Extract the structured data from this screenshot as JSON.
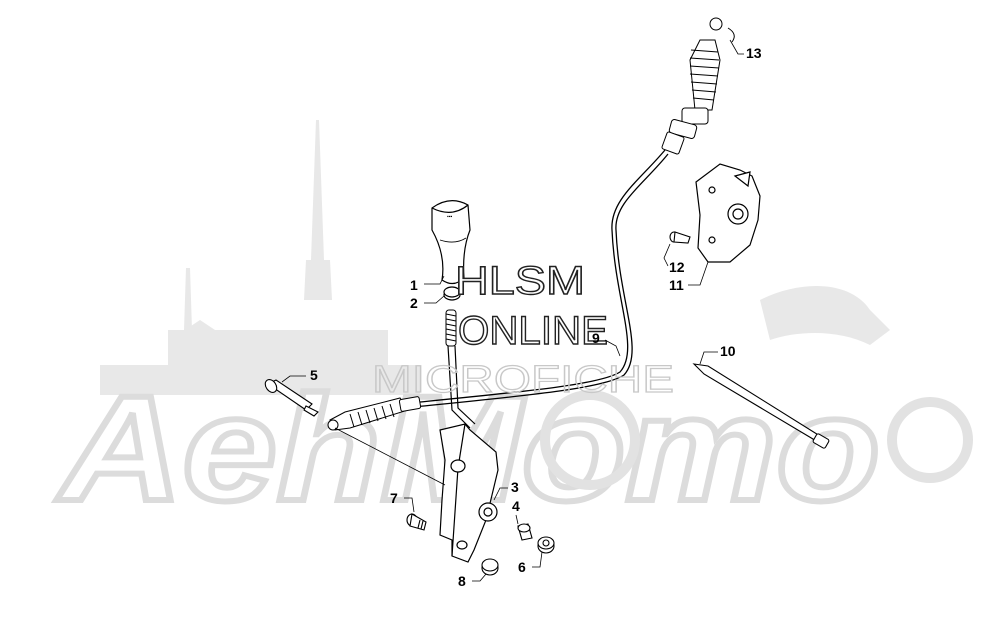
{
  "watermark": {
    "logo_text": "AehMomo",
    "line1": "HLSM",
    "line2": "ONLINE",
    "line3": "MICROFICHE"
  },
  "callouts": [
    {
      "id": "1",
      "label": "1"
    },
    {
      "id": "2",
      "label": "2"
    },
    {
      "id": "3",
      "label": "3"
    },
    {
      "id": "4",
      "label": "4"
    },
    {
      "id": "5",
      "label": "5"
    },
    {
      "id": "6",
      "label": "6"
    },
    {
      "id": "7",
      "label": "7"
    },
    {
      "id": "8",
      "label": "8"
    },
    {
      "id": "9",
      "label": "9"
    },
    {
      "id": "10",
      "label": "10"
    },
    {
      "id": "11",
      "label": "11"
    },
    {
      "id": "12",
      "label": "12"
    },
    {
      "id": "13",
      "label": "13"
    }
  ],
  "colors": {
    "line": "#000000",
    "watermark": "#e6e6e6",
    "watermark_text": "#222222",
    "watermark_faint": "#d0d0d0"
  }
}
